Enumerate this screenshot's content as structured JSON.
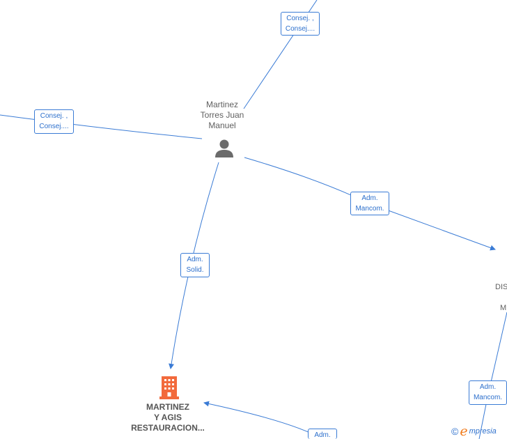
{
  "persons": [
    {
      "name_lines": [
        "Martinez",
        "Torres Juan",
        "Manuel"
      ],
      "icon": "person-icon"
    }
  ],
  "companies": [
    {
      "name_lines": [
        "MARTINEZ",
        "Y AGIS",
        "RESTAURACION..."
      ],
      "icon": "building-icon",
      "color": "#f26a3c"
    }
  ],
  "partial_node": {
    "lines": [
      "DIS",
      "M"
    ]
  },
  "edge_labels": [
    {
      "lines": [
        "Consej. ,",
        "Consej...."
      ]
    },
    {
      "lines": [
        "Consej. ,",
        "Consej...."
      ]
    },
    {
      "lines": [
        "Adm.",
        "Mancom."
      ]
    },
    {
      "lines": [
        "Adm.",
        "Solid."
      ]
    },
    {
      "lines": [
        "Adm.",
        "Mancom."
      ]
    },
    {
      "lines": [
        "Adm."
      ]
    }
  ],
  "footer": {
    "copyright": "©",
    "brand_initial": "e",
    "brand_rest": "mpresia"
  },
  "colors": {
    "edge": "#3a7bd5",
    "label_text": "#2c6fcc",
    "person": "#6b6b6b",
    "company": "#f26a3c",
    "brand_accent": "#f07a1a"
  }
}
